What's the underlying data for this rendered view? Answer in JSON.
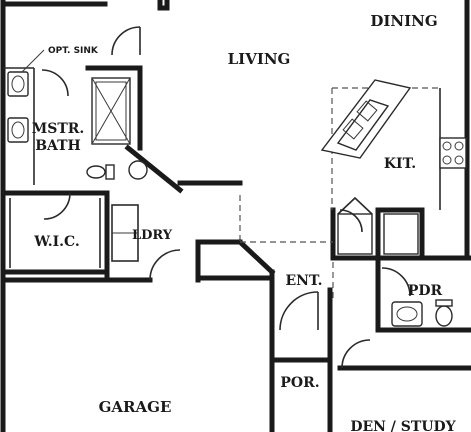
{
  "labels": {
    "dining": "DINING",
    "living": "LIVING",
    "opt_sink": "OPT. SINK",
    "mstr_bath_1": "MSTR.",
    "mstr_bath_2": "BATH",
    "kit": "KIT.",
    "wic": "W.I.C.",
    "ldry": "LDRY",
    "ent": "ENT.",
    "pdr": "PDR",
    "por": "POR.",
    "garage": "GARAGE",
    "den_study": "DEN / STUDY"
  }
}
